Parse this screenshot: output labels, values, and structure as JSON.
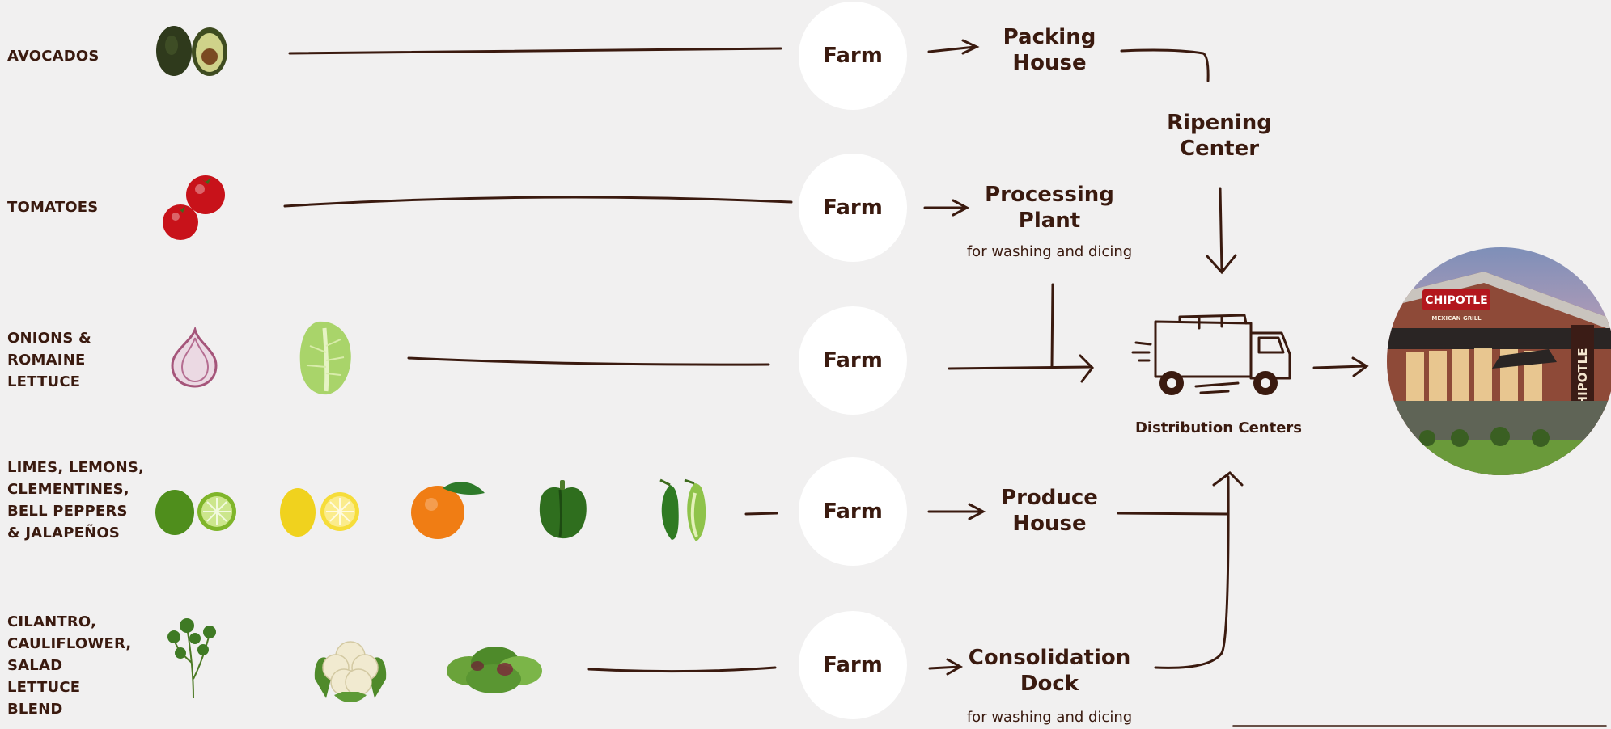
{
  "rows": [
    {
      "label_lines": [
        "AVOCADOS"
      ],
      "farm": "Farm",
      "produce_icons": [
        "avocado-icon"
      ]
    },
    {
      "label_lines": [
        "TOMATOES"
      ],
      "farm": "Farm",
      "produce_icons": [
        "tomato-icon"
      ]
    },
    {
      "label_lines": [
        "ONIONS &",
        "ROMAINE",
        "LETTUCE"
      ],
      "farm": "Farm",
      "produce_icons": [
        "onion-icon",
        "romaine-icon"
      ]
    },
    {
      "label_lines": [
        "LIMES, LEMONS,",
        "CLEMENTINES,",
        "BELL PEPPERS",
        "& JALAPEÑOS"
      ],
      "farm": "Farm",
      "produce_icons": [
        "lime-icon",
        "lemon-icon",
        "clementine-icon",
        "bell-pepper-icon",
        "jalapeno-icon"
      ]
    },
    {
      "label_lines": [
        "CILANTRO,",
        "CAULIFLOWER,",
        "SALAD",
        "LETTUCE",
        "BLEND"
      ],
      "farm": "Farm",
      "produce_icons": [
        "cilantro-icon",
        "cauliflower-icon",
        "salad-blend-icon"
      ]
    }
  ],
  "stages": {
    "packing_house": [
      "Packing",
      "House"
    ],
    "ripening_center": [
      "Ripening",
      "Center"
    ],
    "processing_plant": [
      "Processing",
      "Plant"
    ],
    "processing_note": "for washing and dicing",
    "produce_house": [
      "Produce",
      "House"
    ],
    "consolidation_dock": [
      "Consolidation",
      "Dock"
    ],
    "consolidation_note": "for washing and dicing",
    "distribution": "Distribution Centers"
  },
  "restaurant": {
    "sign_text": "CHIPOTLE",
    "sub_sign": "MEXICAN GRILL",
    "icon": "restaurant-photo"
  },
  "colors": {
    "line": "#3a1a0f",
    "background": "#f1f0f0",
    "circle": "#ffffff"
  }
}
